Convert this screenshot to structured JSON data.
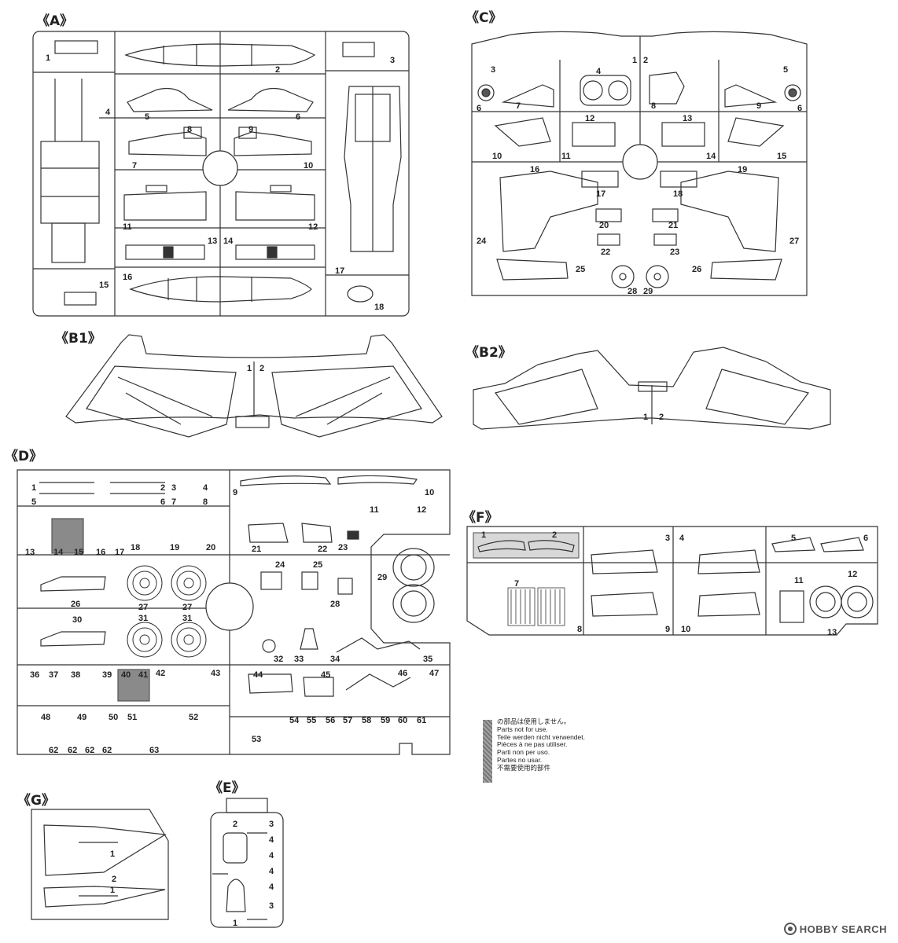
{
  "sprues": {
    "A": {
      "label": "《A》",
      "parts": [
        "1",
        "2",
        "3",
        "4",
        "5",
        "6",
        "7",
        "8",
        "9",
        "10",
        "11",
        "12",
        "13",
        "14",
        "15",
        "16",
        "17",
        "18"
      ]
    },
    "C": {
      "label": "《C》",
      "parts": [
        "1",
        "2",
        "3",
        "4",
        "5",
        "6",
        "7",
        "8",
        "9",
        "10",
        "11",
        "12",
        "13",
        "14",
        "15",
        "16",
        "17",
        "18",
        "19",
        "20",
        "21",
        "22",
        "23",
        "24",
        "25",
        "26",
        "27",
        "28",
        "29"
      ]
    },
    "B1": {
      "label": "《B1》",
      "parts": [
        "1",
        "2"
      ]
    },
    "B2": {
      "label": "《B2》",
      "parts": [
        "1",
        "2"
      ]
    },
    "D": {
      "label": "《D》",
      "parts": [
        "1",
        "2",
        "3",
        "4",
        "5",
        "6",
        "7",
        "8",
        "9",
        "10",
        "11",
        "12",
        "13",
        "14",
        "15",
        "16",
        "17",
        "18",
        "19",
        "20",
        "21",
        "22",
        "23",
        "24",
        "25",
        "26",
        "27",
        "28",
        "29",
        "30",
        "31",
        "32",
        "33",
        "34",
        "35",
        "36",
        "37",
        "38",
        "39",
        "40",
        "41",
        "42",
        "43",
        "44",
        "45",
        "46",
        "47",
        "48",
        "49",
        "50",
        "51",
        "52",
        "53",
        "54",
        "55",
        "56",
        "57",
        "58",
        "59",
        "60",
        "61",
        "62",
        "63"
      ]
    },
    "F": {
      "label": "《F》",
      "parts": [
        "1",
        "2",
        "3",
        "4",
        "5",
        "6",
        "7",
        "8",
        "9",
        "10",
        "11",
        "12",
        "13"
      ]
    },
    "G": {
      "label": "《G》",
      "parts": [
        "1",
        "2"
      ]
    },
    "E": {
      "label": "《E》",
      "parts": [
        "1",
        "2",
        "3",
        "4"
      ]
    }
  },
  "legend": {
    "lines": [
      "の部品は使用しません。",
      "Parts not for use.",
      "Teile werden nicht verwendet.",
      "Pièces à ne pas utiliser.",
      "Parti non per uso.",
      "Partes no usar.",
      "不需要使用的部件"
    ],
    "swatch_color": "#8a8a8a"
  },
  "watermark": {
    "text": "HOBBY SEARCH"
  }
}
